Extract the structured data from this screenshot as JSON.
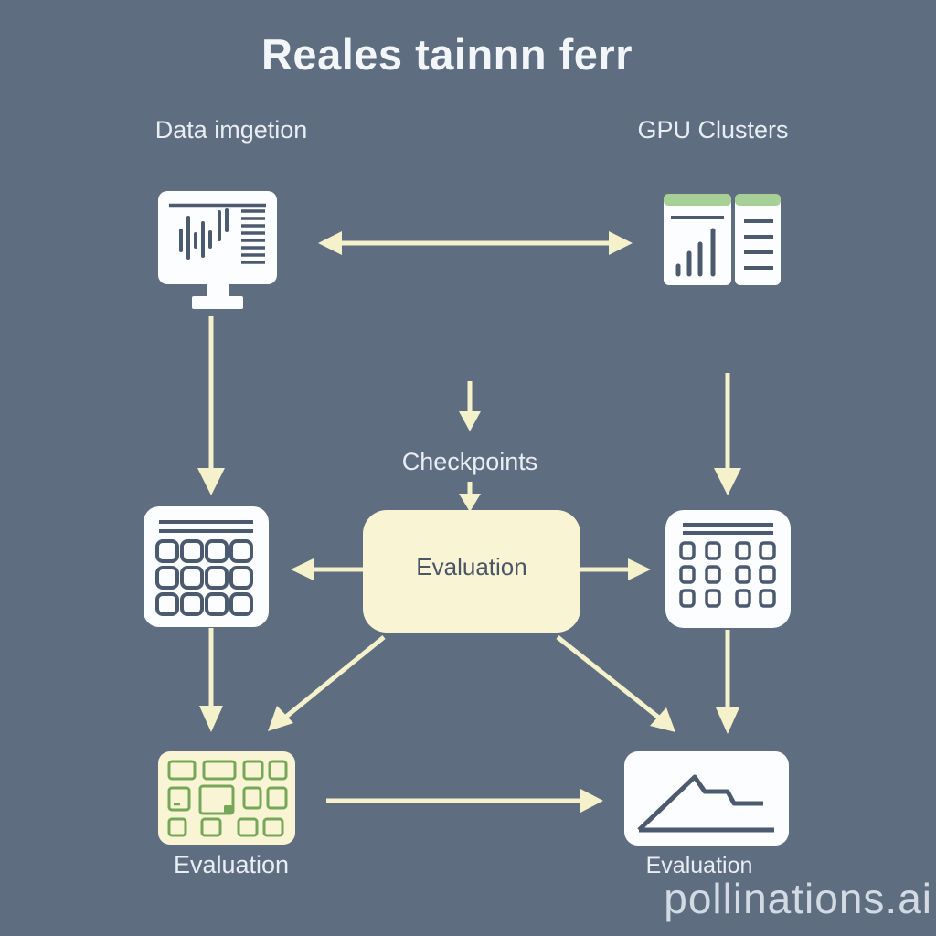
{
  "colors": {
    "background": "#5e6d80",
    "icon_white": "#fcfdfe",
    "icon_detail": "#4b5a6e",
    "cream_fill": "#f8f4d4",
    "arrow": "#f5f1cb",
    "green_light": "#a6d095",
    "green_outline": "#76a758",
    "title_text": "#f3f6f9",
    "label_text": "#e9eef4",
    "box_text": "#4a5668",
    "watermark_text": "#dce4ec"
  },
  "title": "Reales tainnn ferr",
  "nodes": {
    "data_ingestion": {
      "label": "Data imgetion",
      "icon": "monitor-chart-icon"
    },
    "gpu_clusters": {
      "label": "GPU Clusters",
      "icon": "server-panels-icon"
    },
    "checkpoints": {
      "label": "Checkpoints"
    },
    "evaluation_box": {
      "label": "Evaluation"
    },
    "storage_left": {
      "icon": "grid-keypad-icon"
    },
    "storage_right": {
      "icon": "grid-keypad-icon"
    },
    "evaluation_left": {
      "label": "Evaluation",
      "icon": "calendar-grid-icon"
    },
    "evaluation_right": {
      "label": "Evaluation",
      "icon": "line-chart-icon"
    }
  },
  "edges": [
    {
      "from": "data_ingestion",
      "to": "gpu_clusters",
      "bidirectional": true
    },
    {
      "from": "data_ingestion",
      "to": "storage_left"
    },
    {
      "from": "gpu_clusters",
      "to": "storage_right"
    },
    {
      "from": "checkpoints_arrow_top",
      "to": "checkpoints"
    },
    {
      "from": "checkpoints",
      "to": "evaluation_box"
    },
    {
      "from": "evaluation_box",
      "to": "storage_left"
    },
    {
      "from": "evaluation_box",
      "to": "storage_right"
    },
    {
      "from": "evaluation_box",
      "to": "evaluation_left"
    },
    {
      "from": "evaluation_box",
      "to": "evaluation_right"
    },
    {
      "from": "storage_left",
      "to": "evaluation_left"
    },
    {
      "from": "storage_right",
      "to": "evaluation_right"
    },
    {
      "from": "evaluation_left",
      "to": "evaluation_right"
    }
  ],
  "watermark": "pollinations.ai"
}
